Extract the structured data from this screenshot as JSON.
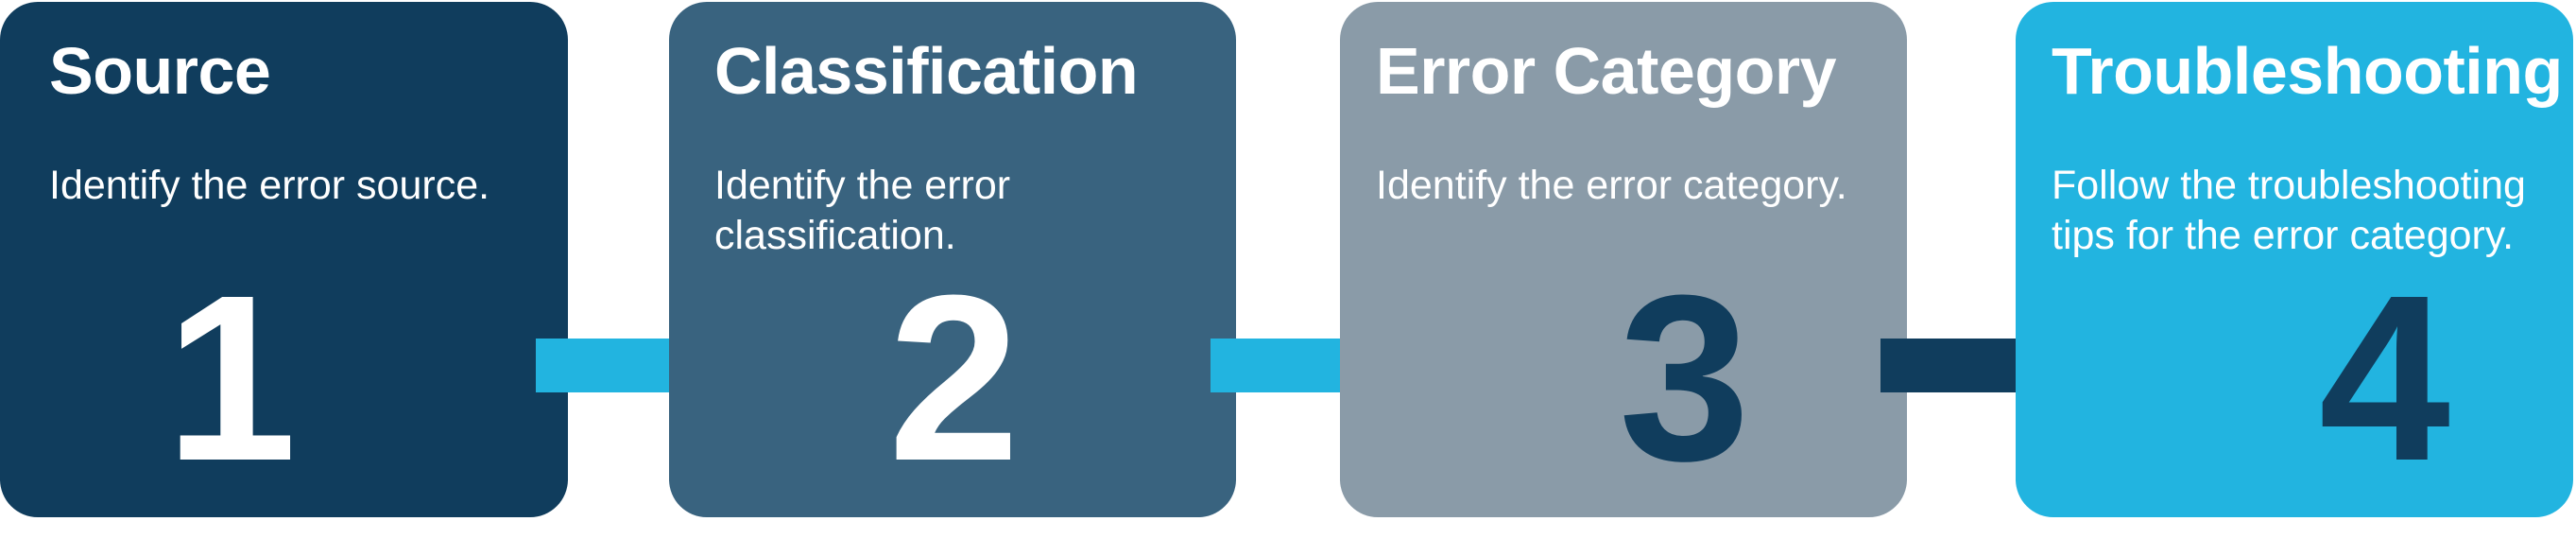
{
  "diagram": {
    "type": "process-flow",
    "orientation": "horizontal",
    "step_count": 4,
    "colors": {
      "card_1_bg": "#103d5d",
      "card_2_bg": "#39637f",
      "card_3_bg": "#8a9ba8",
      "card_4_bg": "#22b4e0",
      "arrow_cyan": "#22b4e0",
      "arrow_navy": "#103d5d",
      "text_light": "#ffffff",
      "text_dark": "#103d5d",
      "page_bg": "#ffffff"
    },
    "steps": [
      {
        "number": "1",
        "title": "Source",
        "description": "Identify the error source.",
        "title_color": "#ffffff",
        "description_color": "#ffffff",
        "number_color": "#ffffff",
        "background": "#103d5d"
      },
      {
        "number": "2",
        "title": "Classification",
        "description": "Identify the error classification.",
        "title_color": "#ffffff",
        "description_color": "#ffffff",
        "number_color": "#ffffff",
        "background": "#39637f"
      },
      {
        "number": "3",
        "title": "Error Category",
        "description": "Identify the error category.",
        "title_color": "#ffffff",
        "description_color": "#ffffff",
        "number_color": "#103d5d",
        "background": "#8a9ba8"
      },
      {
        "number": "4",
        "title": "Troubleshooting",
        "description": "Follow the troubleshooting tips for the error category.",
        "title_color": "#ffffff",
        "description_color": "#ffffff",
        "number_color": "#103d5d",
        "background": "#22b4e0"
      }
    ],
    "connectors": [
      {
        "name": "arrow-step1-to-step2",
        "direction": "right",
        "color": "#22b4e0"
      },
      {
        "name": "arrow-step2-to-step3",
        "direction": "right",
        "color": "#22b4e0"
      },
      {
        "name": "arrow-step3-to-step4",
        "direction": "right",
        "color": "#103d5d"
      }
    ]
  }
}
